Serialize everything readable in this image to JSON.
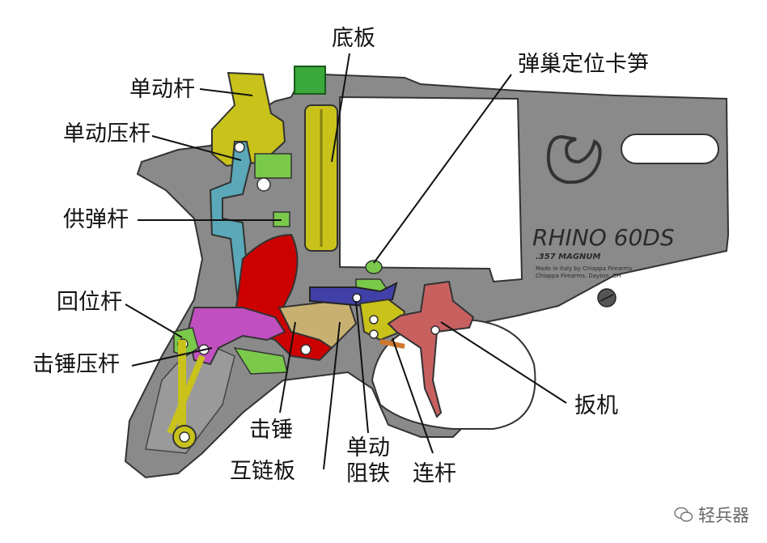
{
  "labels": {
    "single_action_lever": "单动杆",
    "single_action_press_lever": "单动压杆",
    "cylinder_feed_lever": "供弹杆",
    "return_lever": "回位杆",
    "hammer_press_lever": "击锤压杆",
    "hammer": "击锤",
    "link_plate": "互链板",
    "single_action_sear_line1": "单动",
    "single_action_sear_line2": "阻铁",
    "connecting_rod": "连杆",
    "trigger": "扳机",
    "base_plate": "底板",
    "cylinder_stop": "弹巢定位卡笋"
  },
  "engraving": {
    "model": "RHINO 60DS",
    "caliber": ".357 MAGNUM",
    "line1": "Made in Italy by Chiappa Firearms",
    "line2": "Chiappa Firearms, Dayton, OH"
  },
  "watermark": {
    "text": "轻兵器",
    "icon": "wechat-icon"
  },
  "colors": {
    "frame": "#8a8a8a",
    "frame_dark": "#4a4a4a",
    "yellow_parts": "#c8c21a",
    "green_parts": "#7ac94a",
    "red_hammer": "#cc0000",
    "magenta_lever": "#c050c0",
    "cyan_lever": "#5aa8b8",
    "trigger_pink": "#c86060",
    "sear_blue": "#4040a8",
    "link_tan": "#c8b070"
  }
}
